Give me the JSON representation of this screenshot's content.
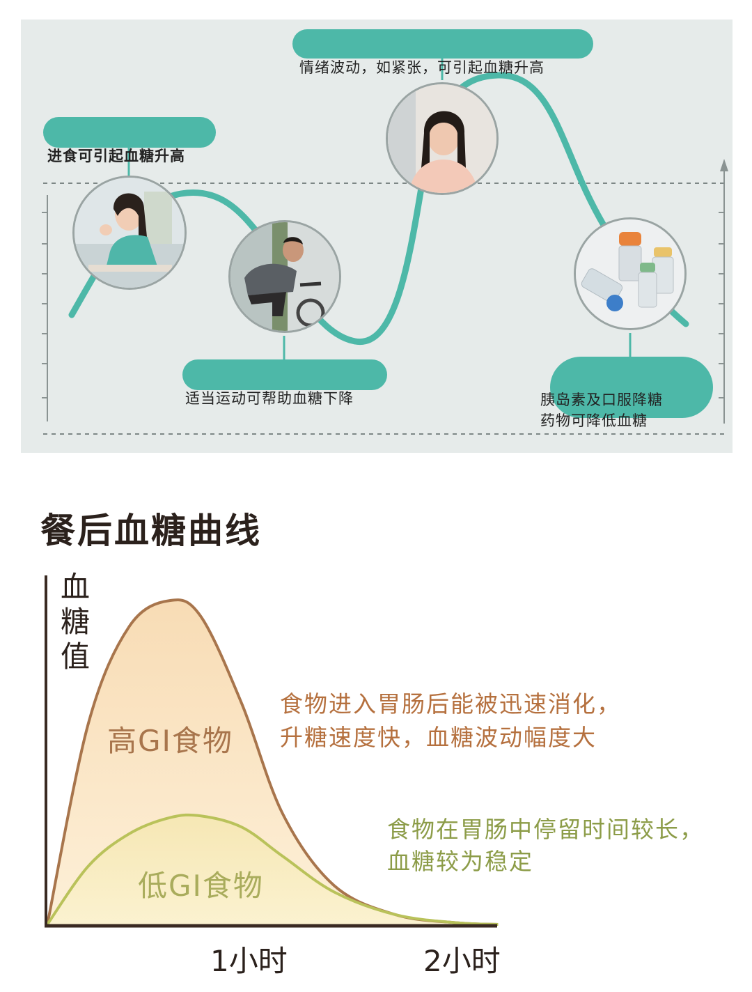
{
  "top_diagram": {
    "labels": {
      "eating": "进食可引起血糖升高",
      "emotion": "情绪波动，如紧张，可引起血糖升高",
      "exercise": "适当运动可帮助血糖下降",
      "insulin_line1": "胰岛素及口服降糖",
      "insulin_line2": "药物可降低血糖"
    },
    "colors": {
      "curve": "#4db8a8",
      "pill": "#4db8a8",
      "panel": "#e6ebea"
    },
    "photos": [
      "eating-woman",
      "cycling-man",
      "stressed-woman",
      "medicine-vials"
    ]
  },
  "bottom_chart": {
    "title": "餐后血糖曲线",
    "y_axis_label_chars": [
      "血",
      "糖",
      "值"
    ],
    "x_ticks": [
      "1小时",
      "2小时"
    ],
    "high_gi": {
      "label": "高GI食物",
      "note_line1": "食物进入胃肠后能被迅速消化，",
      "note_line2": "升糖速度快，血糖波动幅度大",
      "color": "#a8754c",
      "fill": "#fae2bf"
    },
    "low_gi": {
      "label": "低GI食物",
      "note_line1": "食物在胃肠中停留时间较长，",
      "note_line2": "血糖较为稳定",
      "color": "#b9c25a",
      "fill": "#f7ecbf"
    }
  },
  "chart_data": {
    "type": "area",
    "title": "餐后血糖曲线",
    "ylabel": "血糖值",
    "x_ticks": [
      "1小时",
      "2小时"
    ],
    "x_range_hours": [
      0,
      2.25
    ],
    "series": [
      {
        "name": "高GI食物",
        "x": [
          0,
          0.2,
          0.4,
          0.6,
          0.75,
          0.95,
          1.15,
          1.4,
          1.7,
          2.0,
          2.2
        ],
        "y": [
          0.0,
          0.62,
          0.92,
          1.0,
          0.95,
          0.68,
          0.34,
          0.12,
          0.03,
          0.005,
          0.0
        ]
      },
      {
        "name": "低GI食物",
        "x": [
          0,
          0.2,
          0.4,
          0.6,
          0.75,
          0.95,
          1.15,
          1.4,
          1.7,
          2.0,
          2.2
        ],
        "y": [
          0.0,
          0.18,
          0.28,
          0.33,
          0.335,
          0.3,
          0.21,
          0.1,
          0.03,
          0.005,
          0.0
        ]
      }
    ]
  }
}
